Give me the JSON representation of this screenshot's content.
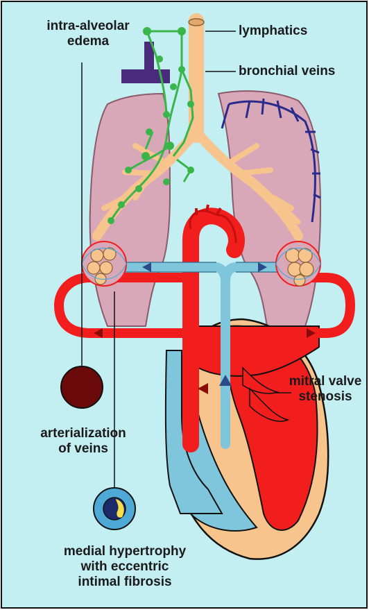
{
  "labels": {
    "intra_alveolar_edema": [
      "intra-alveolar",
      "edema"
    ],
    "lymphatics": "lymphatics",
    "bronchial_veins": "bronchial veins",
    "mitral_valve_stenosis": [
      "mitral valve",
      "stenosis"
    ],
    "arterialization_of_veins": [
      "arterialization",
      "of veins"
    ],
    "medial_hypertrophy": [
      "medial hypertrophy",
      "with eccentric",
      "intimal fibrosis"
    ]
  },
  "colors": {
    "background": "#c3eef2",
    "artery_red": "#f21d1d",
    "vein_blue": "#7fc6dc",
    "lung_pink": "#d9a8b8",
    "airway_tan": "#f6c48c",
    "lymph_green": "#39b54a",
    "bronchial_vein_navy": "#2a2a8c",
    "arterialized_vein_dark": "#6b0a0a",
    "vessel_section_blue": "#4ea9d6",
    "fibrosis_yellow": "#f4e04a",
    "svc_purple": "#4a2a7a"
  }
}
